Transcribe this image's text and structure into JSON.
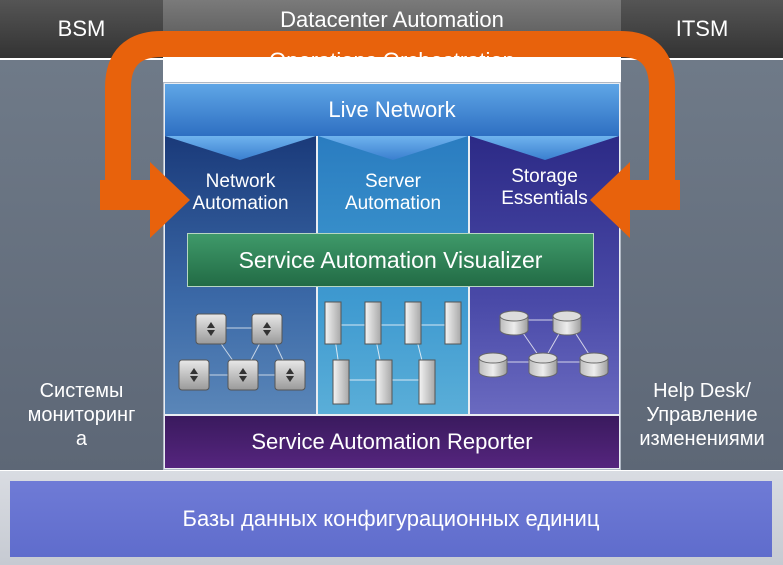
{
  "headers": {
    "bsm": "BSM",
    "datacenter": "Datacenter Automation",
    "itsm": "ITSM"
  },
  "orchestration": {
    "label": "Operations Orchestration",
    "color": "#e8620c"
  },
  "live_network": {
    "label": "Live Network"
  },
  "columns": {
    "network": {
      "line1": "Network",
      "line2": "Automation"
    },
    "server": {
      "line1": "Server",
      "line2": "Automation"
    },
    "storage": {
      "line1": "Storage",
      "line2": "Essentials"
    }
  },
  "visualizer": {
    "label": "Service Automation Visualizer"
  },
  "reporter": {
    "label": "Service Automation Reporter"
  },
  "side_labels": {
    "left": {
      "line1": "Системы",
      "line2": "мониторинг",
      "line3": "а"
    },
    "right": {
      "line1": "Help Desk/",
      "line2": "Управление",
      "line3": "изменениями"
    }
  },
  "cmdb": {
    "label": "Базы данных конфигурационных единиц"
  },
  "icons": {
    "network": "router-icon",
    "server": "server-rack-icon",
    "storage": "database-icon"
  }
}
